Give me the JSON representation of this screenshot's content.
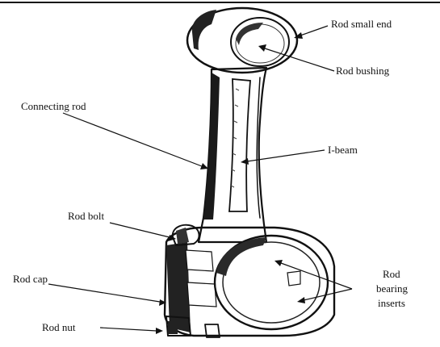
{
  "labels": {
    "rod_small_end": "Rod small end",
    "rod_bushing": "Rod bushing",
    "connecting_rod": "Connecting rod",
    "i_beam": "I-beam",
    "rod_bolt": "Rod bolt",
    "rod_cap": "Rod cap",
    "rod_nut": "Rod nut",
    "rod_bearing_inserts": [
      "Rod",
      "bearing",
      "inserts"
    ]
  },
  "colors": {
    "ink": "#111111",
    "shade": "#1a1a1a",
    "paper": "#ffffff"
  }
}
